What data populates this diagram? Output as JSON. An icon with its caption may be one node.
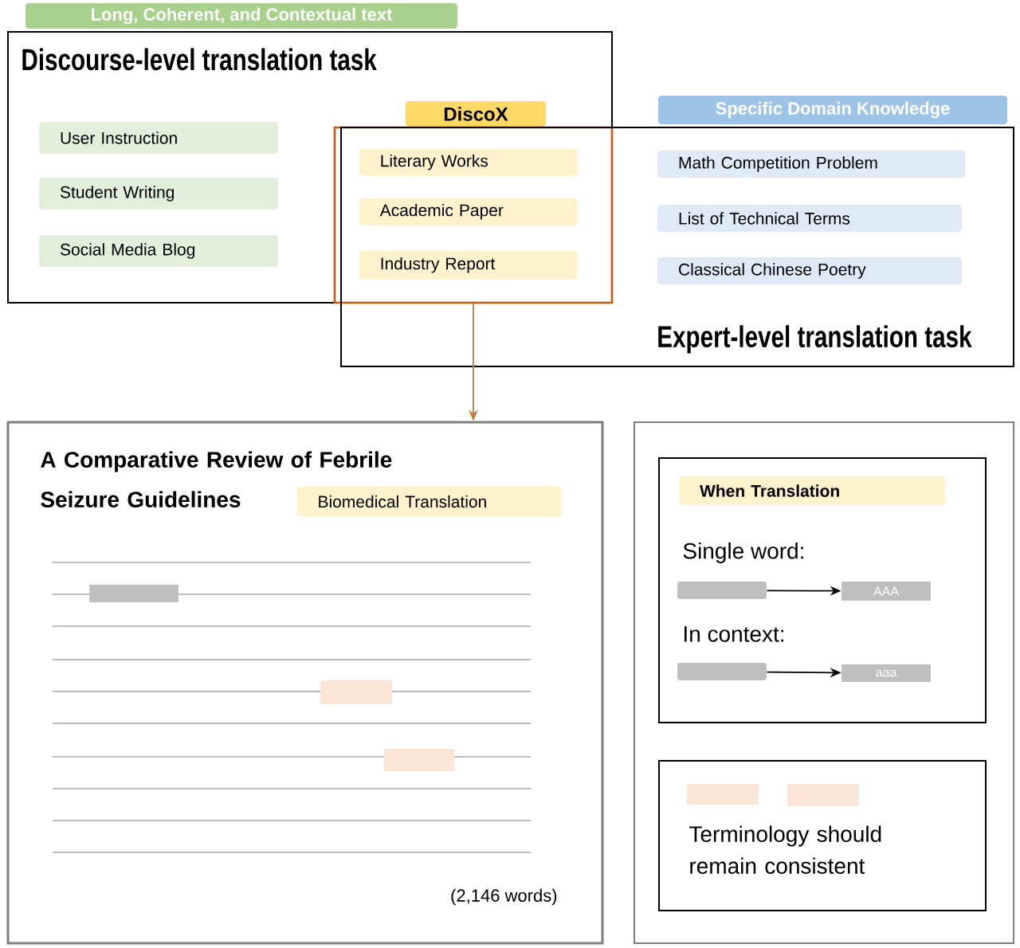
{
  "diagram": {
    "nodes": [
      {
        "text": [
          "Long, Coherent, and Contextual text"
        ]
      },
      {
        "text": [
          "Discourse-level translation task"
        ]
      },
      {
        "text": [
          "User Instruction"
        ],
        "in": 1
      },
      {
        "text": [
          "Student Writing"
        ],
        "in": 1
      },
      {
        "text": [
          "Social Media Blog"
        ],
        "in": 1
      },
      {
        "text": [
          "DiscoX"
        ],
        "in": 1
      },
      {
        "text": [],
        "shape": "box"
      },
      {
        "text": [
          "Literary Works"
        ],
        "in": 6
      },
      {
        "text": [
          "Academic Paper"
        ],
        "in": 6
      },
      {
        "text": [
          "Industry Report"
        ],
        "in": 6
      },
      {
        "text": [
          "Specific Domain Knowledge"
        ]
      },
      {
        "text": [
          "Expert-level translation task"
        ]
      },
      {
        "text": [
          "Math Competition Problem"
        ],
        "in": 11
      },
      {
        "text": [
          "List of Technical Terms"
        ],
        "in": 11
      },
      {
        "text": [
          "Classical Chinese Poetry"
        ],
        "in": 11
      },
      {
        "text": [
          "A Comparative Review of Febrile Seizure Guidelines"
        ]
      },
      {
        "text": [
          "Biomedical Translation"
        ],
        "in": 15
      },
      {
        "text": [],
        "shape": "box"
      },
      {
        "text": [],
        "shape": "box",
        "in": 17
      },
      {
        "text": [
          "When Translation"
        ],
        "in": 18
      },
      {
        "text": [],
        "shape": "bar",
        "in": 18
      },
      {
        "text": [
          "AAA"
        ],
        "in": 18
      },
      {
        "text": [],
        "shape": "bar",
        "in": 18
      },
      {
        "text": [
          "aaa"
        ],
        "in": 18
      },
      {
        "text": [
          "Terminology should remain consistent"
        ],
        "in": 17
      }
    ],
    "edges": [
      {
        "from": 6,
        "to": 15,
        "arrow": "to",
        "color": "#c07a3a"
      },
      {
        "from": 20,
        "to": 21,
        "arrow": "to"
      },
      {
        "from": 22,
        "to": 23,
        "arrow": "to"
      }
    ],
    "labels": [
      "Single word:",
      "In context:",
      "(2,146 words)"
    ]
  }
}
